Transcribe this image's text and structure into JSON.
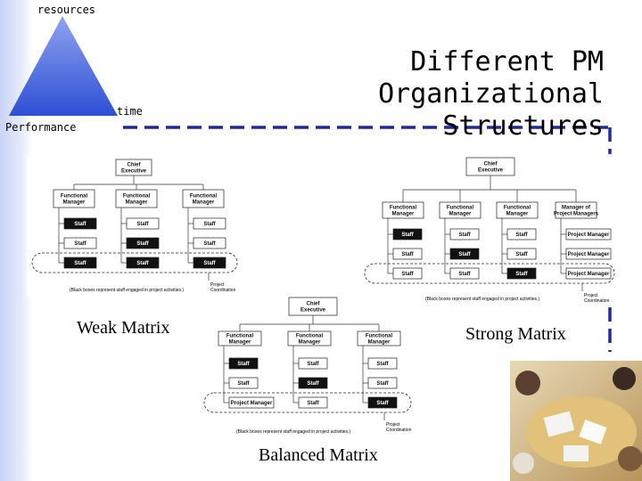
{
  "triangle": {
    "top_label": "resources",
    "left_label": "Performance",
    "right_label": "time",
    "fill_color": "#3a5ad8"
  },
  "title": {
    "line1": "Different PM Organizational",
    "line2": "Structures"
  },
  "captions": {
    "weak": "Weak Matrix",
    "strong": "Strong Matrix",
    "balanced": "Balanced Matrix"
  },
  "connector_color": "#1f2a9c",
  "org_common": {
    "chief": [
      "Chief",
      "Executive"
    ],
    "functional_manager": [
      "Functional",
      "Manager"
    ],
    "staff": "Staff",
    "project_manager": "Project Manager",
    "coordination": [
      "Project",
      "Coordination"
    ],
    "footnote": "(Black boxes represent staff engaged in project activities.)"
  },
  "strong_extra_manager": [
    "Manager of",
    "Project Managers"
  ],
  "dark_box_color": "#111111"
}
